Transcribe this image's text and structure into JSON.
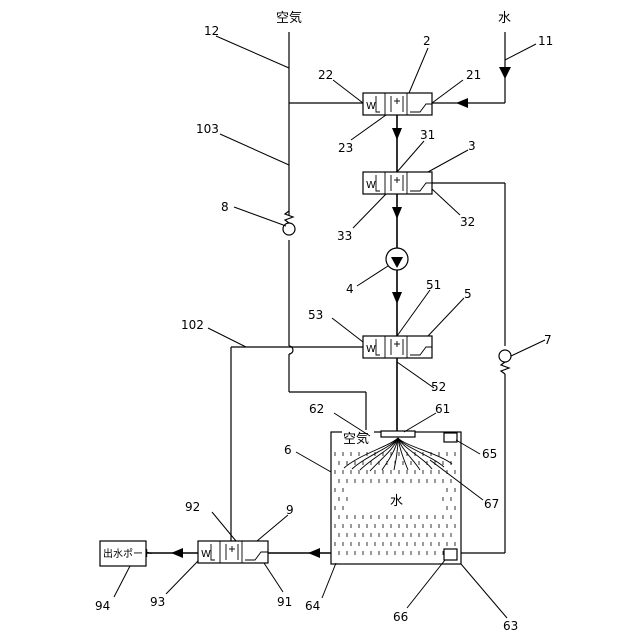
{
  "labels": {
    "air_top": "空気",
    "water_top": "水",
    "air_tank": "空気",
    "water_tank": "水",
    "outlet_port": "出水ポート"
  },
  "numerals": {
    "n2": "2",
    "n3": "3",
    "n4": "4",
    "n5": "5",
    "n6": "6",
    "n7": "7",
    "n8": "8",
    "n9": "9",
    "n11": "11",
    "n12": "12",
    "n21": "21",
    "n22": "22",
    "n23": "23",
    "n31": "31",
    "n32": "32",
    "n33": "33",
    "n51": "51",
    "n52": "52",
    "n53": "53",
    "n61": "61",
    "n62": "62",
    "n63": "63",
    "n64": "64",
    "n65": "65",
    "n66": "66",
    "n67": "67",
    "n91": "91",
    "n92": "92",
    "n93": "93",
    "n94": "94",
    "n102": "102",
    "n103": "103"
  }
}
